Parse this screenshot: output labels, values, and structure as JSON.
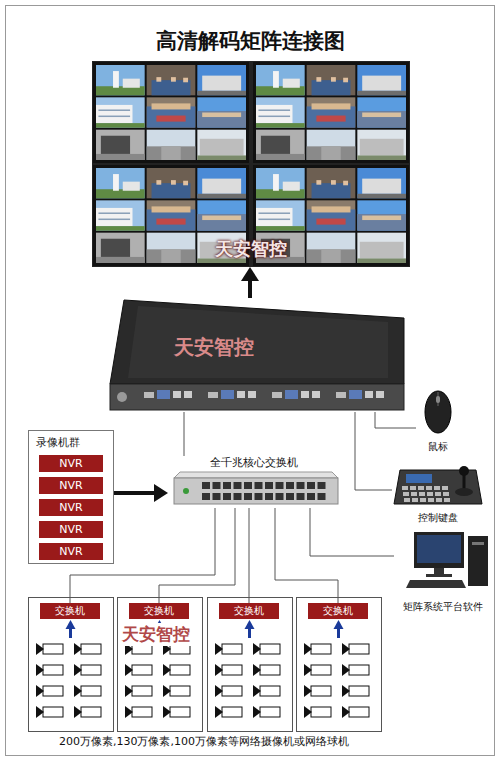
{
  "diagram": {
    "title": "高清解码矩阵连接图",
    "caption": "200万像素,130万像素,100万像素等网络摄像机或网络球机",
    "nodes": [
      {
        "text": [
          "天安智控"
        ]
      },
      {
        "text": [
          "天安智控"
        ]
      },
      {
        "text": [
          "录像机群"
        ]
      },
      {
        "text": [
          "NVR"
        ],
        "in": 2
      },
      {
        "text": [
          "NVR"
        ],
        "in": 2
      },
      {
        "text": [
          "NVR"
        ],
        "in": 2
      },
      {
        "text": [
          "NVR"
        ],
        "in": 2
      },
      {
        "text": [
          "NVR"
        ],
        "in": 2
      },
      {
        "text": [
          "全千兆核心交换机"
        ]
      },
      {
        "text": [
          "鼠标"
        ]
      },
      {
        "text": [
          "控制键盘"
        ]
      },
      {
        "text": [
          "矩阵系统平台软件"
        ]
      },
      {
        "text": [
          "交换机"
        ]
      },
      {
        "text": [
          "交换机"
        ]
      },
      {
        "text": [
          "交换机"
        ]
      },
      {
        "text": [
          "交换机"
        ]
      }
    ],
    "edges": [
      {
        "from": 1,
        "to": 0,
        "arrow": "to"
      },
      {
        "from": 2,
        "to": 8,
        "arrow": "to"
      },
      {
        "from": 8,
        "to": 1,
        "arrow": "none"
      },
      {
        "from": 1,
        "to": 9,
        "arrow": "none"
      },
      {
        "from": 1,
        "to": 10,
        "arrow": "none"
      },
      {
        "from": 8,
        "to": 11,
        "arrow": "none"
      },
      {
        "from": 8,
        "to": 12,
        "arrow": "none"
      },
      {
        "from": 8,
        "to": 13,
        "arrow": "none"
      },
      {
        "from": 8,
        "to": 14,
        "arrow": "none"
      },
      {
        "from": 8,
        "to": 15,
        "arrow": "none"
      }
    ],
    "labels": [
      "天安智控"
    ]
  }
}
